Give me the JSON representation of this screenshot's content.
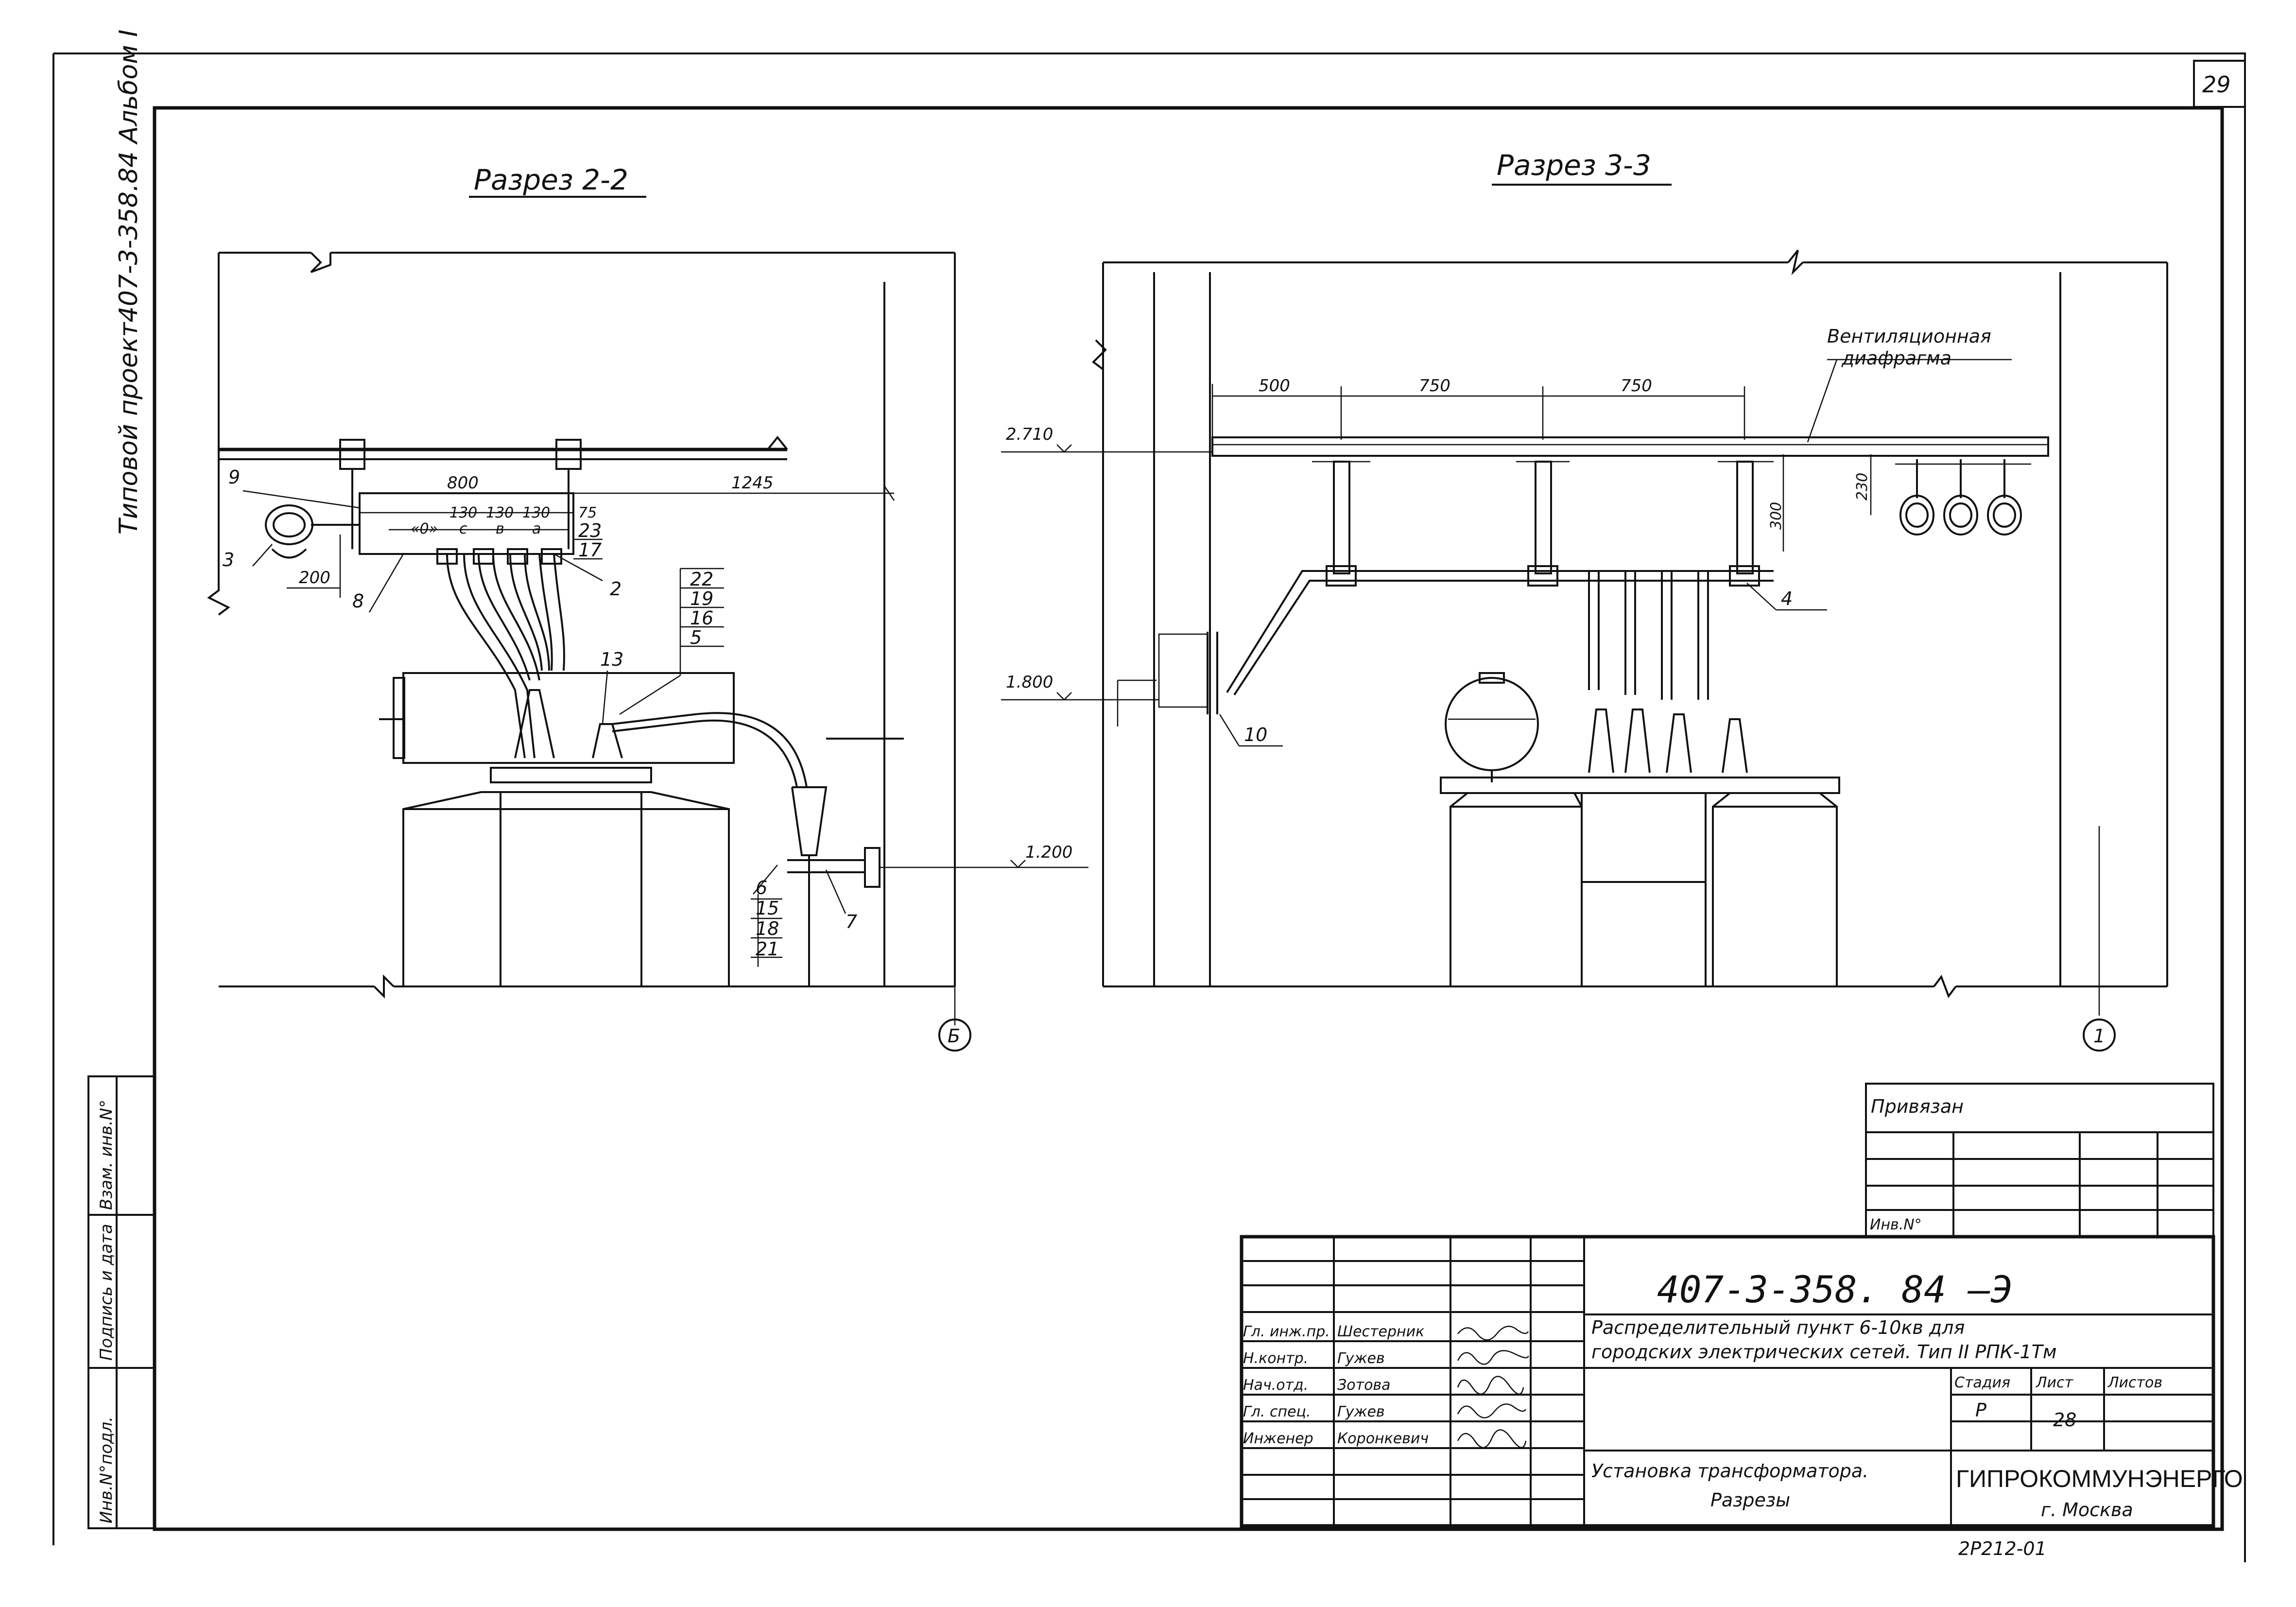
{
  "sheet": {
    "page_number": "29",
    "side_text": "Типовой проект407-3-358.84 Альбом I",
    "bottom_code": "2P212-01"
  },
  "section_2": {
    "title": "Разрез 2-2",
    "dims": {
      "w800": "800",
      "w1245": "1245",
      "a75": "75",
      "a130_1": "130",
      "a130_2": "130",
      "a130_3": "130",
      "w200": "200"
    },
    "phase_labels": {
      "o": "«0»",
      "c": "c",
      "b": "в",
      "a": "a"
    },
    "callouts": {
      "c9": "9",
      "c3": "3",
      "c8": "8",
      "c2": "2",
      "c13": "13",
      "c23": "23",
      "c17": "17",
      "c22": "22",
      "c19": "19",
      "c16": "16",
      "c5": "5",
      "c6": "6",
      "c15": "15",
      "c18": "18",
      "c21": "21",
      "c7": "7"
    },
    "level_1200": "1.200",
    "axis": "Б"
  },
  "section_3": {
    "title": "Разрез 3-3",
    "vent_label_1": "Вентиляционная",
    "vent_label_2": "диафрагма",
    "dims": {
      "d500": "500",
      "d750_1": "750",
      "d750_2": "750",
      "d300": "300",
      "d230": "230"
    },
    "levels": {
      "l2710": "2.710",
      "l1800": "1.800"
    },
    "callouts": {
      "c4": "4",
      "c10": "10"
    },
    "axis": "1"
  },
  "stamp": {
    "privyazan": "Привязан",
    "inv_no": "Инв.N°",
    "doc_code": "407-3-358. 84 –Э",
    "project_line1": "Распределительный пункт 6-10кв  для",
    "project_line2": "городских электрических сетей. Тип II РПК-1Тм",
    "stage_header": "Стадия",
    "sheet_header": "Лист",
    "sheets_header": "Листов",
    "stage": "Р",
    "sheet": "28",
    "drawing_title_1": "Установка трансформатора.",
    "drawing_title_2": "Разрезы",
    "org": "ГИПРОКОММУНЭНЕРГО",
    "city": "г. Москва",
    "roles": [
      {
        "role": "Гл. инж.пр.",
        "name": "Шестерник"
      },
      {
        "role": "Н.контр.",
        "name": "Гужев"
      },
      {
        "role": "Нач.отд.",
        "name": "Зотова"
      },
      {
        "role": "Гл. спец.",
        "name": "Гужев"
      },
      {
        "role": "Инженер",
        "name": "Коронкевич"
      }
    ],
    "left_strip": [
      "Инв.N°подл.",
      "Подпись и дата",
      "Взам. инв.N°"
    ]
  }
}
